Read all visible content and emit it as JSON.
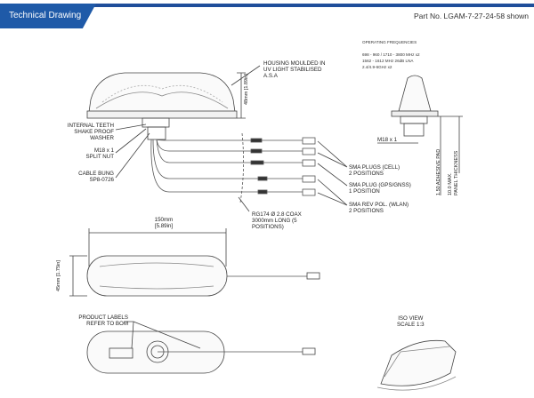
{
  "header": {
    "title": "Technical Drawing",
    "part_no": "Part No. LGAM-7-27-24-58 shown"
  },
  "frequencies": {
    "title": "OPERATING FREQUENCIES",
    "lines": [
      "698 - 960 / 1710 - 3800 MHz x2",
      "1562 - 1612 MHz 26dB LNA",
      "2.4/4.9-6GHz x2"
    ]
  },
  "callouts": {
    "housing": [
      "HOUSING MOULDED IN",
      "UV LIGHT STABILISED",
      "A.S.A"
    ],
    "washer": [
      "INTERNAL TEETH",
      "SHAKE PROOF",
      "WASHER"
    ],
    "nut": [
      "M18 x 1",
      "SPLIT NUT"
    ],
    "bung": [
      "CABLE BUNG",
      "SP8-0726"
    ],
    "sma_cell": [
      "SMA PLUGS (CELL)",
      "2 POSITIONS"
    ],
    "sma_gps": [
      "SMA PLUG (GPS/GNSS)",
      "1 POSITION"
    ],
    "sma_wlan": [
      "SMA REV POL. (WLAN)",
      "2 POSITIONS"
    ],
    "coax": [
      "RG174 Ø 2.8 COAX",
      "3000mm LONG (5",
      "POSITIONS)"
    ],
    "labels": [
      "PRODUCT LABELS",
      "REFER TO BOM"
    ]
  },
  "dimensions": {
    "height_mm": "48mm",
    "height_in": "1.89in",
    "length_mm": "150mm",
    "length_in": "5.89in",
    "width_mm": "45mm",
    "width_in": "1.75in",
    "thread": "M18 x 1",
    "pad": "1.50 ADHESIVE PAD",
    "panel": [
      "10.0 MAX.",
      "PANEL THICKNESS"
    ]
  },
  "iso": [
    "ISO VIEW",
    "SCALE 1:3"
  ]
}
